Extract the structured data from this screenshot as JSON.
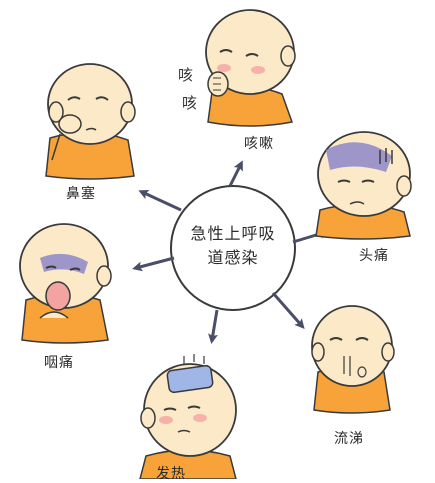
{
  "center": {
    "line1": "急性上呼吸",
    "line2": "道感染"
  },
  "symptoms": {
    "cough": "咳嗽",
    "nasal": "鼻塞",
    "headache": "头痛",
    "throat": "咽痛",
    "runny": "流涕",
    "fever": "发热"
  },
  "cough_sound": {
    "first": "咳",
    "second": "咳"
  },
  "colors": {
    "skin": "#fbe9c8",
    "robe": "#f7a33a",
    "outline": "#3a3a3a",
    "arrow": "#4a4e68",
    "circle": "#3a3a3a",
    "blush": "#f4a3a3",
    "purple": "#8d87c8",
    "icepack": "#9fb6e6"
  }
}
